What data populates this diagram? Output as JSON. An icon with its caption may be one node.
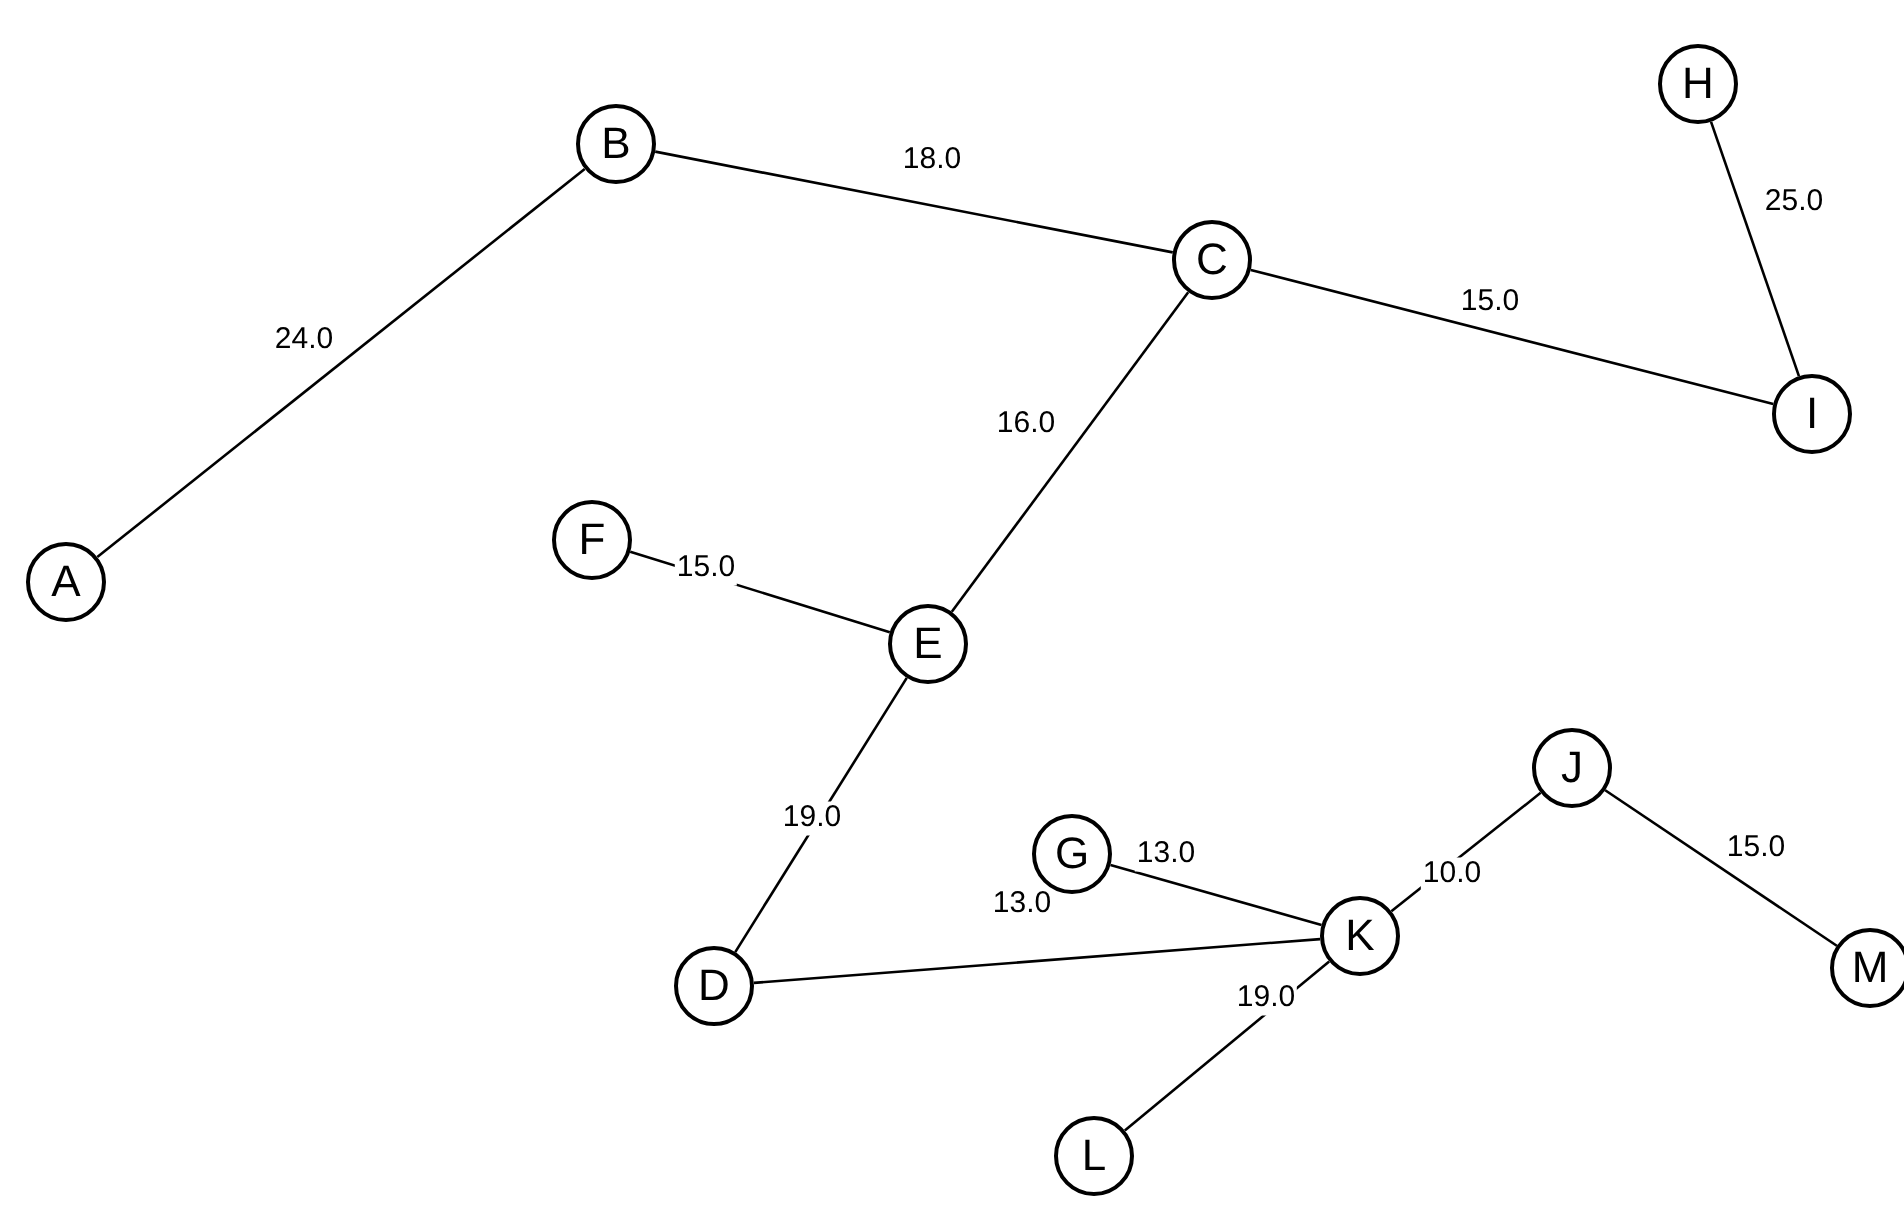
{
  "diagram": {
    "nodes": [
      {
        "text": [
          "H"
        ]
      },
      {
        "text": [
          "B"
        ]
      },
      {
        "text": [
          "C"
        ]
      },
      {
        "text": [
          "I"
        ]
      },
      {
        "text": [
          "F"
        ]
      },
      {
        "text": [
          "A"
        ]
      },
      {
        "text": [
          "E"
        ]
      },
      {
        "text": [
          "J"
        ]
      },
      {
        "text": [
          "G"
        ]
      },
      {
        "text": [
          "K"
        ]
      },
      {
        "text": [
          "M"
        ]
      },
      {
        "text": [
          "D"
        ]
      },
      {
        "text": [
          "L"
        ]
      }
    ],
    "edges": [
      {
        "from": 5,
        "to": 1,
        "arrow": "none",
        "label": "24.0"
      },
      {
        "from": 1,
        "to": 2,
        "arrow": "none",
        "label": "18.0"
      },
      {
        "from": 2,
        "to": 3,
        "arrow": "none",
        "label": "15.0"
      },
      {
        "from": 0,
        "to": 3,
        "arrow": "none",
        "label": "25.0"
      },
      {
        "from": 2,
        "to": 6,
        "arrow": "none",
        "label": "16.0"
      },
      {
        "from": 4,
        "to": 6,
        "arrow": "none",
        "label": "15.0"
      },
      {
        "from": 6,
        "to": 11,
        "arrow": "none",
        "label": "19.0"
      },
      {
        "from": 8,
        "to": 9,
        "arrow": "none",
        "label": "13.0"
      },
      {
        "from": 11,
        "to": 9,
        "arrow": "none",
        "label": "13.0"
      },
      {
        "from": 9,
        "to": 7,
        "arrow": "none",
        "label": "10.0"
      },
      {
        "from": 7,
        "to": 10,
        "arrow": "none",
        "label": "15.0"
      },
      {
        "from": 9,
        "to": 12,
        "arrow": "none",
        "label": "19.0"
      }
    ]
  }
}
